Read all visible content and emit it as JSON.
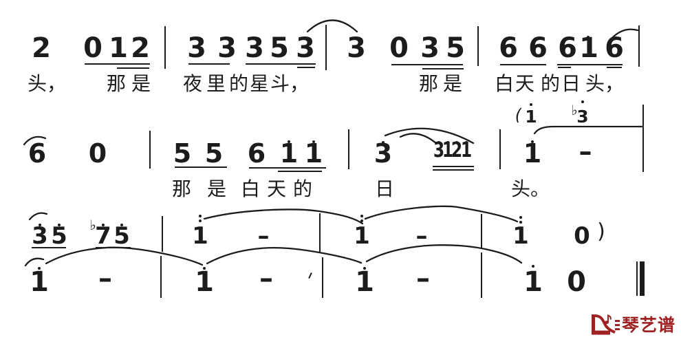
{
  "meta": {
    "background": "#ffffff",
    "ink": "#1c1c1c"
  },
  "row1": {
    "notes": [
      "2",
      "0",
      "1",
      "2",
      "3",
      "3",
      "3",
      "5",
      "3",
      "3",
      "0",
      "3",
      "5",
      "6",
      "6",
      "6",
      "1",
      "6"
    ],
    "lyrics": [
      "头，",
      "那",
      "是",
      "夜",
      "里",
      "的",
      "星",
      "斗，",
      "那",
      "是",
      "白",
      "天",
      "的",
      "日",
      "头，"
    ]
  },
  "row2": {
    "cue": {
      "paren": "(",
      "note1": "1",
      "flat": "♭",
      "note2": "3"
    },
    "notes": [
      "6",
      "0",
      "5",
      "5",
      "6",
      "1",
      "1",
      "3",
      "3",
      "1",
      "2",
      "1",
      "1",
      "–"
    ],
    "lyrics": [
      "那",
      "是",
      "白",
      "天",
      "的",
      "日",
      "头。"
    ]
  },
  "row3": {
    "notes": [
      "3",
      "5",
      "♭",
      "7",
      "5",
      "1",
      "–",
      "1",
      "–",
      "1",
      "0",
      ")"
    ]
  },
  "row4": {
    "notes": [
      "1",
      "–",
      "1",
      "–",
      "1",
      "–",
      "1",
      "0"
    ]
  },
  "logo": {
    "text": "琴艺谱",
    "color": "#9e2222"
  }
}
